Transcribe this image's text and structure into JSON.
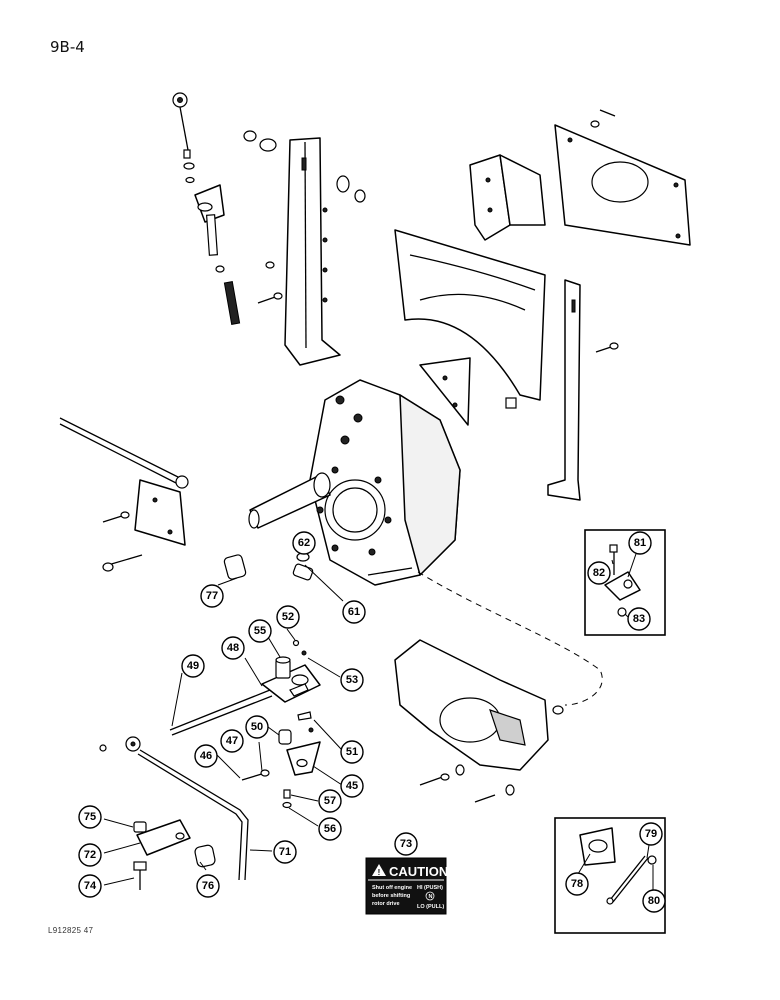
{
  "page": {
    "label": "9B-4",
    "reference": "L912825 47"
  },
  "decal": {
    "heading": "CAUTION",
    "warning_lines": [
      "Shut off engine",
      "before shifting",
      "rotor drive"
    ],
    "hi_label": "HI (PUSH)",
    "neutral_label": "N",
    "lo_label": "LO (PULL)"
  },
  "callouts": {
    "c45": "45",
    "c46": "46",
    "c47": "47",
    "c48": "48",
    "c49": "49",
    "c50": "50",
    "c51": "51",
    "c52": "52",
    "c53": "53",
    "c55": "55",
    "c56": "56",
    "c57": "57",
    "c61": "61",
    "c62": "62",
    "c71": "71",
    "c72": "72",
    "c73": "73",
    "c74": "74",
    "c75": "75",
    "c76": "76",
    "c77": "77",
    "c78": "78",
    "c79": "79",
    "c80": "80",
    "c81": "81",
    "c82": "82",
    "c83": "83"
  }
}
